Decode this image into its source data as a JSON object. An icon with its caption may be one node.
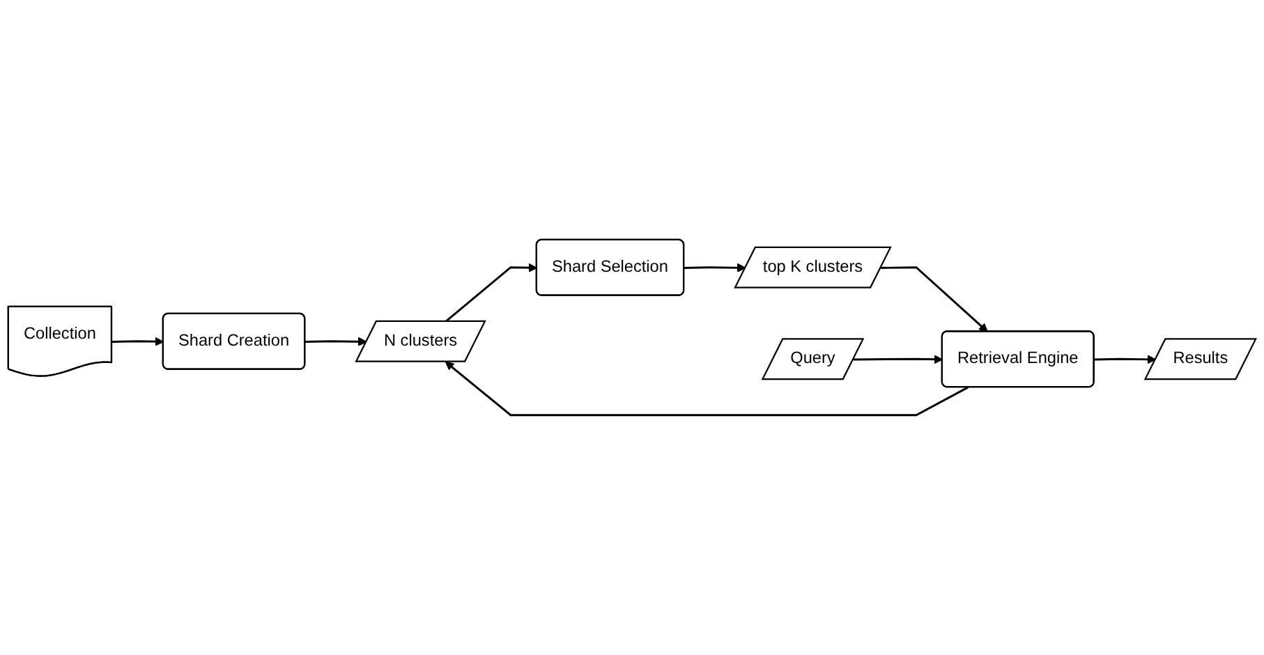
{
  "diagram": {
    "nodes": [
      {
        "text": [
          "Collection"
        ]
      },
      {
        "text": [
          "Shard Creation"
        ]
      },
      {
        "text": [
          "N clusters"
        ]
      },
      {
        "text": [
          "Shard Selection"
        ]
      },
      {
        "text": [
          "top K clusters"
        ]
      },
      {
        "text": [
          "Query"
        ]
      },
      {
        "text": [
          "Retrieval Engine"
        ]
      },
      {
        "text": [
          "Results"
        ]
      }
    ],
    "edges": [
      {
        "from": 0,
        "to": 1,
        "arrow": "to"
      },
      {
        "from": 1,
        "to": 2,
        "arrow": "to"
      },
      {
        "from": 2,
        "to": 3,
        "arrow": "to"
      },
      {
        "from": 3,
        "to": 4,
        "arrow": "to"
      },
      {
        "from": 4,
        "to": 6,
        "arrow": "to"
      },
      {
        "from": 5,
        "to": 6,
        "arrow": "to"
      },
      {
        "from": 6,
        "to": 2,
        "arrow": "to"
      },
      {
        "from": 6,
        "to": 7,
        "arrow": "to"
      }
    ]
  }
}
